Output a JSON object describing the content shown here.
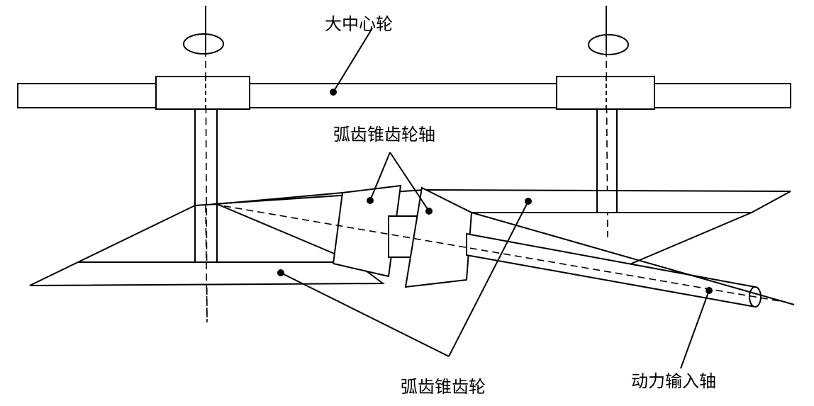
{
  "labels": {
    "large_center_wheel": "大中心轮",
    "spiral_bevel_gear_shaft": "弧齿锥齿轮轴",
    "spiral_bevel_gear": "弧齿锥齿轮",
    "power_input_shaft": "动力输入轴"
  },
  "colors": {
    "line": "#000000",
    "background": "#ffffff"
  }
}
